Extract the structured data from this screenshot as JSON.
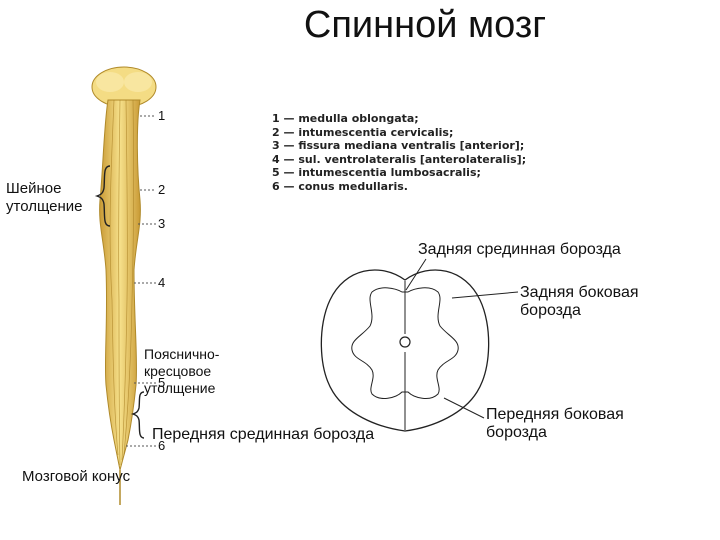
{
  "title": "Спинной мозг",
  "legend": [
    "1 — medulla oblongata;",
    "2 — intumescentia cervicalis;",
    "3 — fissura mediana ventralis [anterior];",
    "4 — sul. ventrolateralis [anterolateralis];",
    "5 — intumescentia lumbosacralis;",
    "6 — conus medullaris."
  ],
  "cord_numbers": [
    "1",
    "2",
    "3",
    "4",
    "5",
    "6"
  ],
  "labels": {
    "cervical": [
      "Шейное",
      "утолщение"
    ],
    "lumbosacral": [
      "Пояснично-",
      "кресцовое",
      "утолщение"
    ],
    "conus": "Мозговой конус",
    "anterior_median": "Передняя срединная борозда",
    "posterior_median": "Задняя срединная борозда",
    "posterior_lateral": [
      "Задняя боковая",
      "борозда"
    ],
    "anterior_lateral": [
      "Передняя боковая",
      "борозда"
    ]
  },
  "colors": {
    "cord_fill": "#f2d77a",
    "cord_stroke": "#b08a2a",
    "line": "#222222"
  }
}
